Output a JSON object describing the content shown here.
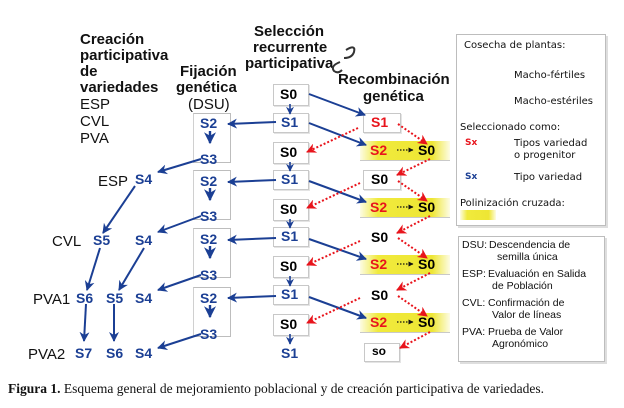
{
  "headings": {
    "creation": [
      "Creación",
      "participativa",
      "de",
      "variedades"
    ],
    "creation_stages": [
      "ESP",
      "CVL",
      "PVA"
    ],
    "fixation": [
      "Fijación",
      "genética",
      "(DSU)"
    ],
    "selection": [
      "Selección",
      "recurrente",
      "participativa"
    ],
    "recombination": [
      "Recombinación",
      "genética"
    ]
  },
  "stage_labels": {
    "esp": "ESP",
    "cvl": "CVL",
    "pva1": "PVA1",
    "pva2": "PVA2"
  },
  "selection_column": [
    "S0",
    "S1",
    "S0",
    "S1",
    "S0",
    "S1",
    "S0",
    "S1",
    "S0",
    "S1"
  ],
  "dsu_blocks": [
    {
      "top": "S2",
      "bottom": "S3"
    },
    {
      "top": "S2",
      "bottom": "S3"
    },
    {
      "top": "S2",
      "bottom": "S3"
    },
    {
      "top": "S2",
      "bottom": "S3"
    }
  ],
  "recombination_column": {
    "first": "S1",
    "rows": [
      {
        "left": "S2",
        "right": "S0",
        "next": "S0"
      },
      {
        "left": "S2",
        "right": "S0",
        "next": "S0"
      },
      {
        "left": "S2",
        "right": "S0",
        "next": "S0"
      },
      {
        "left": "S2",
        "right": "S0",
        "next": "so"
      }
    ]
  },
  "creation_nodes": {
    "esp_row": [
      "S4"
    ],
    "cvl_row": [
      "S5",
      "S4"
    ],
    "pva1_row": [
      "S6",
      "S5",
      "S4"
    ],
    "pva2_row": [
      "S7",
      "S6",
      "S4"
    ]
  },
  "legend": {
    "harvest_title": "Cosecha de plantas:",
    "male_fertile": "Macho-fértiles",
    "male_sterile": "Macho-estériles",
    "selected_title": "Seleccionado como:",
    "sx_symbol": "Sx",
    "red_sx_desc": [
      "Tipos variedad",
      "o progenitor"
    ],
    "blue_sx_desc": "Tipo variedad",
    "cross_title": "Polinización cruzada:",
    "colors": {
      "blue": "#1b3f94",
      "red": "#e8141c",
      "yellow": "#f0ea3c"
    }
  },
  "abbreviations": [
    {
      "abbr": "DSU:",
      "lines": [
        "Descendencia de",
        "semilla única"
      ]
    },
    {
      "abbr": "ESP:",
      "lines": [
        "Evaluación en Salida",
        "de Población"
      ]
    },
    {
      "abbr": "CVL:",
      "lines": [
        "Confirmación de",
        "Valor de líneas"
      ]
    },
    {
      "abbr": "PVA:",
      "lines": [
        "Prueba de Valor",
        "Agronómico"
      ]
    }
  ],
  "caption": {
    "label": "Figura 1.",
    "text": " Esquema general de mejoramiento poblacional y de creación participativa de variedades."
  }
}
